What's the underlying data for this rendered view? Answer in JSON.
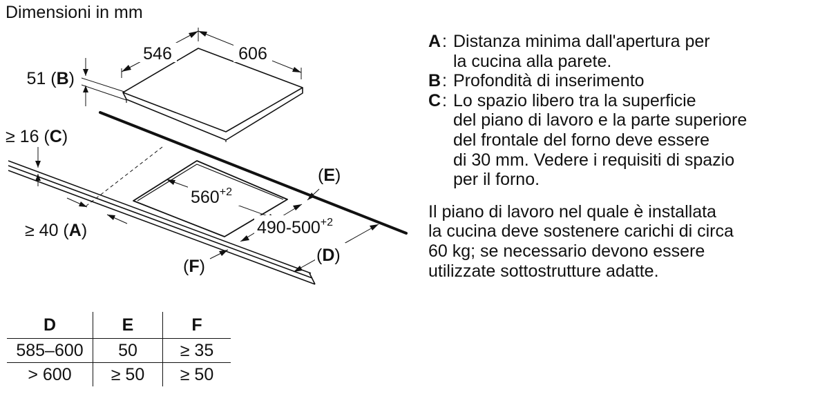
{
  "title": "Dimensioni in mm",
  "diagram": {
    "hob_depth": "546",
    "hob_width": "606",
    "hob_height": "51",
    "hob_height_ref": "B",
    "clearance_c_prefix": "≥ 16",
    "clearance_c_ref": "C",
    "cutout_width": "560",
    "cutout_width_tol": "+2",
    "cutout_depth": "490-500",
    "cutout_depth_tol": "+2",
    "distance_a_prefix": "≥ 40",
    "distance_a_ref": "A",
    "label_e": "E",
    "label_d": "D",
    "label_f": "F"
  },
  "legend": [
    {
      "key": "A",
      "lines": [
        "Distanza minima dall'apertura per",
        "la cucina alla parete."
      ]
    },
    {
      "key": "B",
      "lines": [
        "Profondità di inserimento"
      ]
    },
    {
      "key": "C",
      "lines": [
        "Lo spazio libero tra la superficie",
        "del piano di lavoro e la parte superiore",
        "del frontale del forno deve essere",
        "di 30 mm. Vedere i requisiti di spazio",
        "per il forno."
      ]
    }
  ],
  "note_lines": [
    "Il piano di lavoro nel quale è installata",
    "la cucina deve sostenere carichi di circa",
    "60 kg; se necessario devono essere",
    "utilizzate sottostrutture adatte."
  ],
  "table": {
    "headers": [
      "D",
      "E",
      "F"
    ],
    "rows": [
      [
        "585–600",
        "50",
        "≥ 35"
      ],
      [
        "> 600",
        "≥ 50",
        "≥ 50"
      ]
    ]
  }
}
